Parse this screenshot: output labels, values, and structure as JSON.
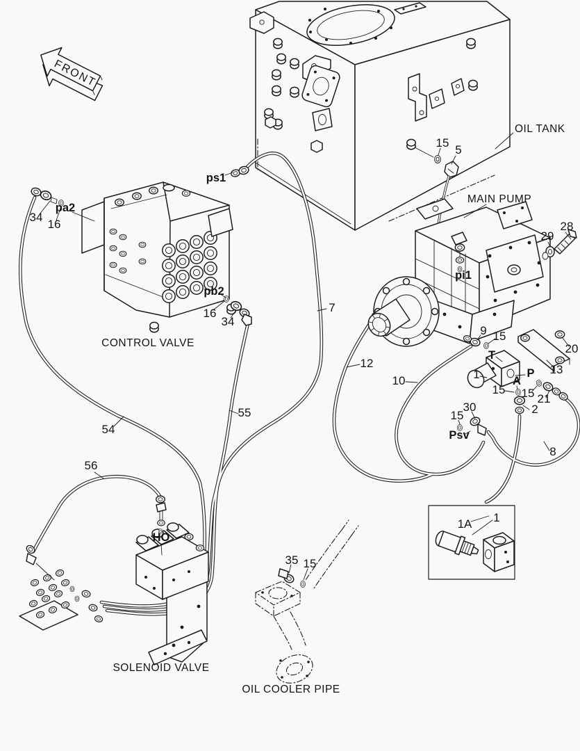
{
  "colors": {
    "ink": "#1c1c1c",
    "paper": "#f9f9f9"
  },
  "labels": {
    "front": "FRONT",
    "components": {
      "oil_tank": "OIL TANK",
      "main_pump": "MAIN PUMP",
      "control_valve": "CONTROL VALVE",
      "solenoid_valve": "SOLENOID VALVE",
      "oil_cooler_pipe": "OIL COOLER PIPE"
    },
    "ports": {
      "ps1": "ps1",
      "pa2": "pa2",
      "pb2": "pb2",
      "pi1": "pi1",
      "t": "T",
      "p": "P",
      "a": "A",
      "psv": "Psv",
      "ho": "HO"
    },
    "callouts": {
      "tank_washer_15": "15",
      "tank_elbow_5": "5",
      "bolt_28": "28",
      "washer_29": "29",
      "pa2_fitting_34": "34",
      "pa2_washer_16": "16",
      "pb2_washer_16": "16",
      "pb2_fitting_34": "34",
      "hose_7": "7",
      "hose_12": "12",
      "hose_10": "10",
      "hose_54": "54",
      "hose_55": "55",
      "hose_56": "56",
      "elbow_9": "9",
      "washer_15_t": "15",
      "bolt_20": "20",
      "bracket_13": "13",
      "block_1": "1",
      "washer_15_a": "15",
      "washer_15_p": "15",
      "fitting_21": "21",
      "fitting_2": "2",
      "elbow_30": "30",
      "washer_15_psv": "15",
      "hose_8": "8",
      "cooler_elbow_35": "35",
      "cooler_washer_15": "15",
      "detail_1a": "1A",
      "detail_1": "1"
    }
  }
}
